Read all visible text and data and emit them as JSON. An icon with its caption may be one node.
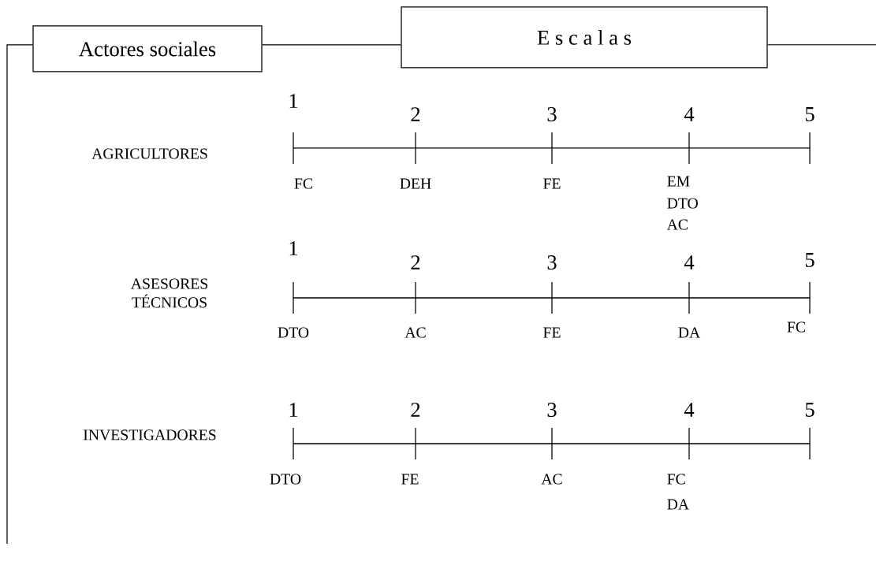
{
  "diagram": {
    "nodes": [
      {
        "text": [
          "Actores sociales"
        ]
      },
      {
        "text": [
          "E s c a l a s"
        ]
      }
    ],
    "edges": [
      {
        "from": null,
        "to": 0,
        "arrow": "none"
      },
      {
        "from": 0,
        "to": 1,
        "arrow": "none"
      },
      {
        "from": 1,
        "to": null,
        "arrow": "none"
      }
    ],
    "labels": [
      "1",
      "2",
      "3",
      "4",
      "5",
      "AGRICULTORES",
      "FC",
      "DEH",
      "FE",
      "EM",
      "DTO",
      "AC",
      "1",
      "2",
      "3",
      "4",
      "5",
      "ASESORES TÉCNICOS",
      "DTO",
      "AC",
      "FE",
      "DA",
      "FC",
      "1",
      "2",
      "3",
      "4",
      "5",
      "INVESTIGADORES",
      "DTO",
      "FE",
      "AC",
      "FC",
      "DA"
    ]
  }
}
